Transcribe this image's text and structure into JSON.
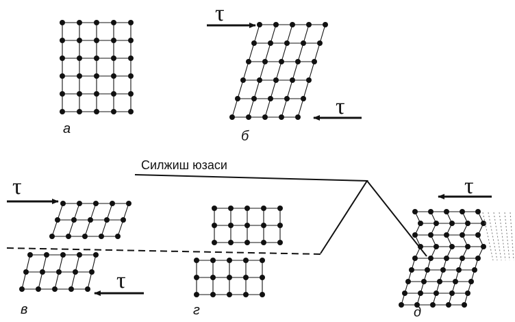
{
  "labels": {
    "panel_a": "а",
    "panel_b": "б",
    "panel_v": "в",
    "panel_g": "г",
    "panel_d": "д",
    "tau": "τ",
    "slip_plane": "Силжиш юзаси"
  },
  "colors": {
    "ink": "#111111",
    "dotted": "#777777"
  }
}
